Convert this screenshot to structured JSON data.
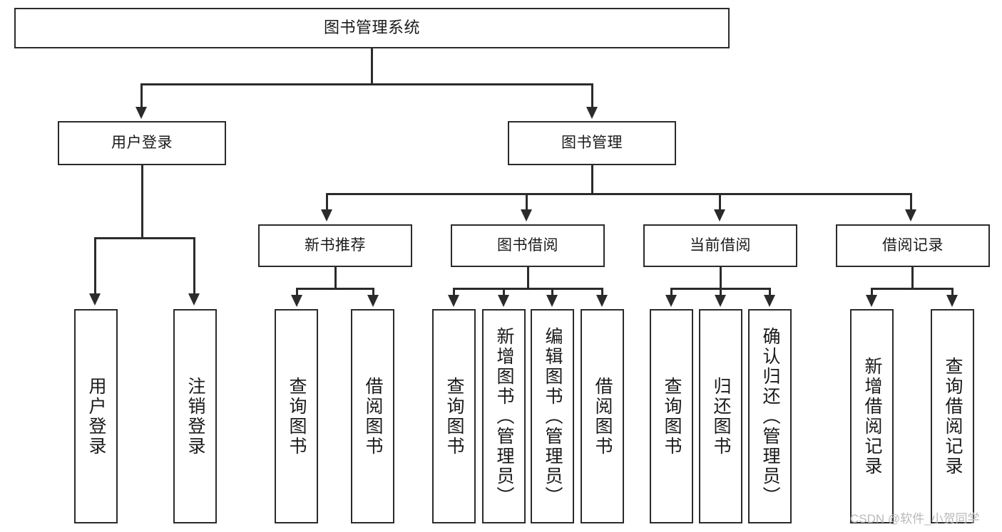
{
  "diagram": {
    "title": "图书管理系统",
    "watermark": "CSDN @软件_小贺同学",
    "colors": {
      "stroke": "#2b2b2b",
      "box_fill": "#ffffff",
      "text": "#1a1a1a",
      "watermark": "#b9b9b9",
      "background": "#ffffff"
    },
    "root": {
      "label": "图书管理系统"
    },
    "level2": [
      {
        "label": "用户登录"
      },
      {
        "label": "图书管理"
      }
    ],
    "level3": [
      {
        "label": "新书推荐"
      },
      {
        "label": "图书借阅"
      },
      {
        "label": "当前借阅"
      },
      {
        "label": "借阅记录"
      }
    ],
    "leaves": {
      "user_login": [
        {
          "label": "用户登录"
        },
        {
          "label": "注销登录"
        }
      ],
      "new_book_recommend": [
        {
          "label": "查询图书"
        },
        {
          "label": "借阅图书"
        }
      ],
      "book_borrow": [
        {
          "label": "查询图书"
        },
        {
          "label": "新增图书（管理员）"
        },
        {
          "label": "编辑图书（管理员）"
        },
        {
          "label": "借阅图书"
        }
      ],
      "current_borrow": [
        {
          "label": "查询图书"
        },
        {
          "label": "归还图书"
        },
        {
          "label": "确认归还（管理员）"
        }
      ],
      "borrow_record": [
        {
          "label": "新增借阅记录"
        },
        {
          "label": "查询借阅记录"
        }
      ]
    }
  }
}
